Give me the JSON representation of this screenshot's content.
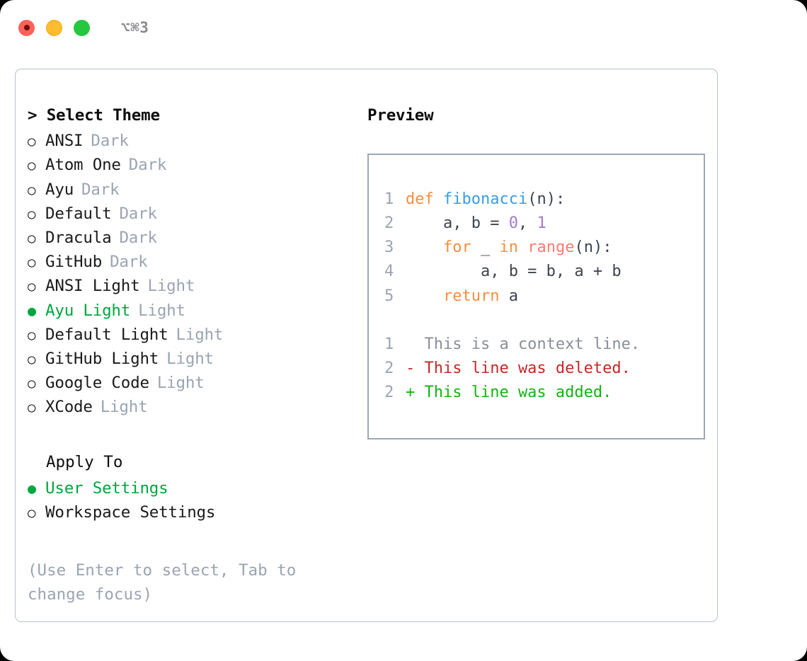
{
  "titlebar": {
    "shortcut": "⌥⌘3",
    "lights": [
      "close-red",
      "minimize-yellow",
      "maximize-green"
    ]
  },
  "left": {
    "header": "> Select Theme",
    "themes": [
      {
        "bullet": "○",
        "label": "ANSI",
        "tag": "Dark",
        "selected": false
      },
      {
        "bullet": "○",
        "label": "Atom One",
        "tag": "Dark",
        "selected": false
      },
      {
        "bullet": "○",
        "label": "Ayu",
        "tag": "Dark",
        "selected": false
      },
      {
        "bullet": "○",
        "label": "Default",
        "tag": "Dark",
        "selected": false
      },
      {
        "bullet": "○",
        "label": "Dracula",
        "tag": "Dark",
        "selected": false
      },
      {
        "bullet": "○",
        "label": "GitHub",
        "tag": "Dark",
        "selected": false
      },
      {
        "bullet": "○",
        "label": "ANSI Light",
        "tag": "Light",
        "selected": false
      },
      {
        "bullet": "●",
        "label": "Ayu Light",
        "tag": "Light",
        "selected": true
      },
      {
        "bullet": "○",
        "label": "Default Light",
        "tag": "Light",
        "selected": false
      },
      {
        "bullet": "○",
        "label": "GitHub Light",
        "tag": "Light",
        "selected": false
      },
      {
        "bullet": "○",
        "label": "Google Code",
        "tag": "Light",
        "selected": false
      },
      {
        "bullet": "○",
        "label": "XCode",
        "tag": "Light",
        "selected": false
      }
    ],
    "apply_to_title": "Apply To",
    "apply_to": [
      {
        "bullet": "●",
        "label": "User Settings",
        "selected": true
      },
      {
        "bullet": "○",
        "label": "Workspace Settings",
        "selected": false
      }
    ],
    "hint": "(Use Enter to select, Tab to change focus)"
  },
  "right": {
    "title": "Preview",
    "code_lines": [
      {
        "ln": "1",
        "tokens": [
          {
            "t": "def",
            "c": "t-kw"
          },
          {
            "t": " ",
            "c": "t-pl"
          },
          {
            "t": "fibonacci",
            "c": "t-fn"
          },
          {
            "t": "(n):",
            "c": "t-pl"
          }
        ]
      },
      {
        "ln": "2",
        "tokens": [
          {
            "t": "    a, b = ",
            "c": "t-pl"
          },
          {
            "t": "0",
            "c": "t-num"
          },
          {
            "t": ", ",
            "c": "t-pl"
          },
          {
            "t": "1",
            "c": "t-num"
          }
        ]
      },
      {
        "ln": "3",
        "tokens": [
          {
            "t": "    ",
            "c": "t-pl"
          },
          {
            "t": "for",
            "c": "t-kw"
          },
          {
            "t": " _ ",
            "c": "t-pl"
          },
          {
            "t": "in",
            "c": "t-kw"
          },
          {
            "t": " ",
            "c": "t-pl"
          },
          {
            "t": "range",
            "c": "t-bi"
          },
          {
            "t": "(n):",
            "c": "t-pl"
          }
        ]
      },
      {
        "ln": "4",
        "tokens": [
          {
            "t": "        a, b = b, a + b",
            "c": "t-pl"
          }
        ]
      },
      {
        "ln": "5",
        "tokens": [
          {
            "t": "    ",
            "c": "t-pl"
          },
          {
            "t": "return",
            "c": "t-kw"
          },
          {
            "t": " a",
            "c": "t-pl"
          }
        ]
      }
    ],
    "diff_lines": [
      {
        "ln": "1",
        "tokens": [
          {
            "t": "  This is a context line.",
            "c": "t-ctx"
          }
        ]
      },
      {
        "ln": "2",
        "tokens": [
          {
            "t": "- This line was deleted.",
            "c": "t-del"
          }
        ]
      },
      {
        "ln": "2",
        "tokens": [
          {
            "t": "+ This line was added.",
            "c": "t-add"
          }
        ]
      }
    ]
  },
  "colors": {
    "accent_green": "#00a63e",
    "muted": "#9aa4b2",
    "border": "#9aa7b6",
    "card_border": "#b7c0cc",
    "keyword": "#fa8d3e",
    "function": "#399ee6",
    "number": "#a37acc",
    "builtin": "#ff7b72",
    "diff_add": "#12b312",
    "diff_del": "#c62828",
    "light_red": "#ff6057",
    "light_yellow": "#febc2e",
    "light_green": "#25c73e"
  }
}
